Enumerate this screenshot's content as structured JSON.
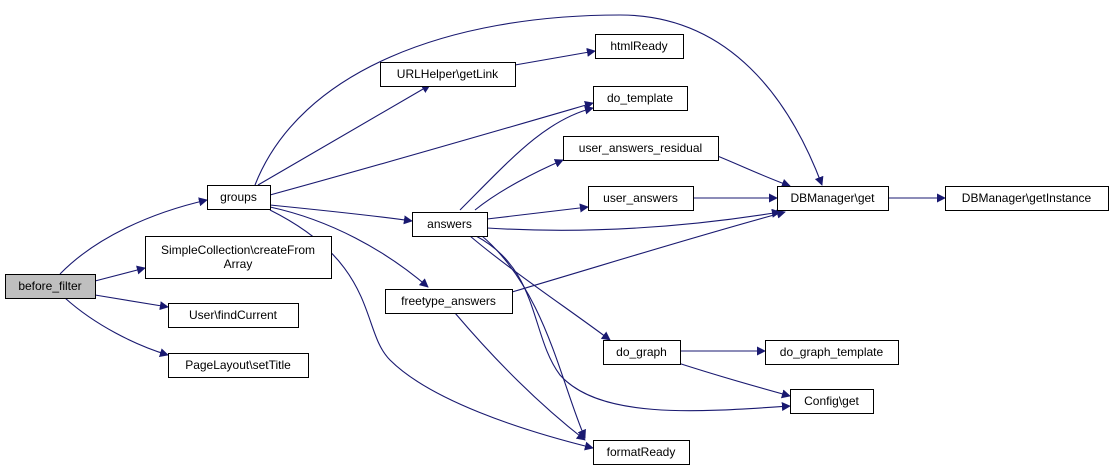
{
  "colors": {
    "edge": "#191970",
    "node_fill": "#ffffff",
    "root_fill": "#bfbfbf",
    "border": "#000000"
  },
  "nodes": {
    "before_filter": {
      "lines": [
        "before_filter"
      ]
    },
    "groups": {
      "lines": [
        "groups"
      ]
    },
    "simple_collection": {
      "lines": [
        "SimpleCollection\\createFrom",
        "Array"
      ]
    },
    "user_find_current": {
      "lines": [
        "User\\findCurrent"
      ]
    },
    "page_layout_set_title": {
      "lines": [
        "PageLayout\\setTitle"
      ]
    },
    "url_helper_get_link": {
      "lines": [
        "URLHelper\\getLink"
      ]
    },
    "answers": {
      "lines": [
        "answers"
      ]
    },
    "freetype_answers": {
      "lines": [
        "freetype_answers"
      ]
    },
    "html_ready": {
      "lines": [
        "htmlReady"
      ]
    },
    "do_template": {
      "lines": [
        "do_template"
      ]
    },
    "user_answers_residual": {
      "lines": [
        "user_answers_residual"
      ]
    },
    "user_answers": {
      "lines": [
        "user_answers"
      ]
    },
    "do_graph": {
      "lines": [
        "do_graph"
      ]
    },
    "format_ready": {
      "lines": [
        "formatReady"
      ]
    },
    "dbmanager_get": {
      "lines": [
        "DBManager\\get"
      ]
    },
    "dbmanager_get_instance": {
      "lines": [
        "DBManager\\getInstance"
      ]
    },
    "do_graph_template": {
      "lines": [
        "do_graph_template"
      ]
    },
    "config_get": {
      "lines": [
        "Config\\get"
      ]
    }
  }
}
